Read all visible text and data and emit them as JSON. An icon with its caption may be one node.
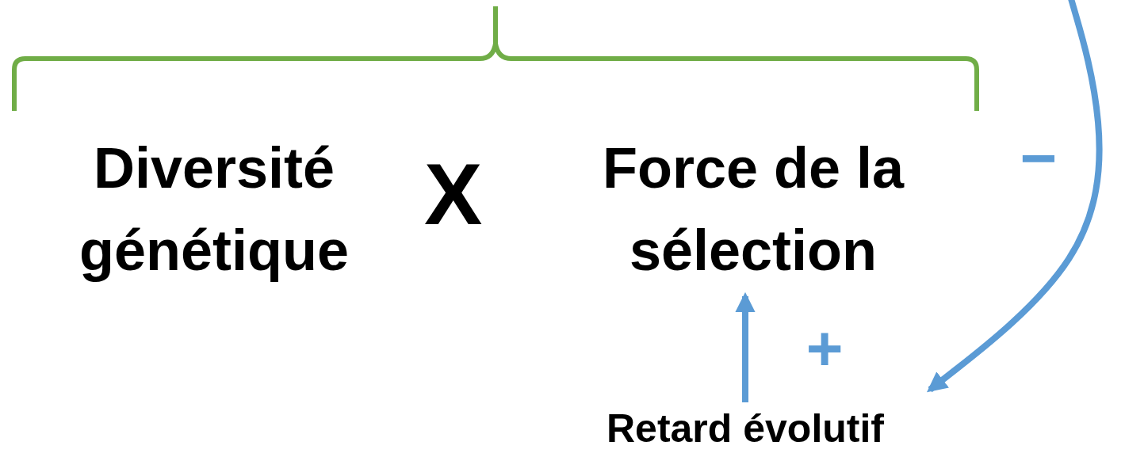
{
  "diagram": {
    "nodes": [
      {
        "text": [
          "Diversité génétique"
        ]
      },
      {
        "text": [
          "Force de la sélection"
        ]
      },
      {
        "text": [
          "Retard évolutif"
        ]
      }
    ],
    "edges": [
      {
        "from": 2,
        "to": 1,
        "arrow": "to",
        "label": "+"
      },
      {
        "from": null,
        "to": 2,
        "arrow": "to",
        "label": "−"
      }
    ],
    "labels": [
      "X"
    ]
  }
}
